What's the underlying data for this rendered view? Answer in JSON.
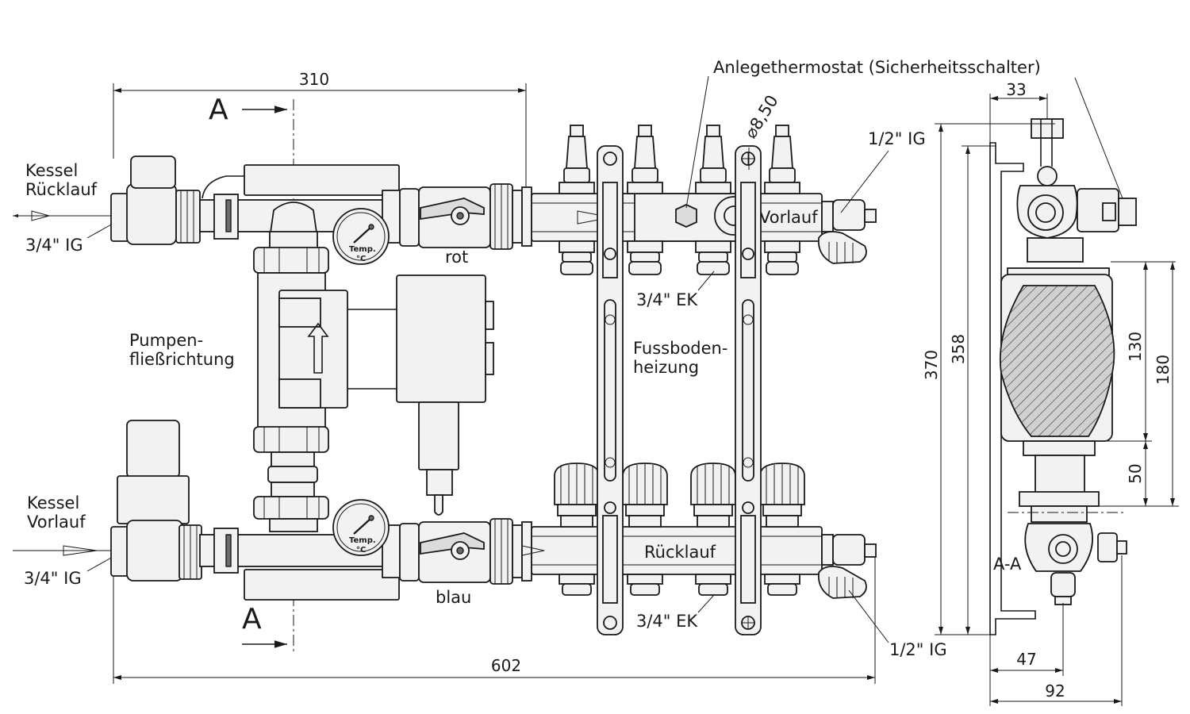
{
  "labels": {
    "kessel_ruecklauf_1": "Kessel",
    "kessel_ruecklauf_2": "Rücklauf",
    "kessel_vorlauf_1": "Kessel",
    "kessel_vorlauf_2": "Vorlauf",
    "ig_top_left": "3/4\" IG",
    "ig_bottom_left": "3/4\" IG",
    "ig_half_top": "1/2\" IG",
    "ig_half_bottom": "1/2\" IG",
    "ek_top": "3/4\" EK",
    "ek_bottom": "3/4\" EK",
    "rot": "rot",
    "blau": "blau",
    "pump_1": "Pumpen-",
    "pump_2": "fließrichtung",
    "floor_1": "Fussboden-",
    "floor_2": "heizung",
    "vorlauf": "Vorlauf",
    "ruecklauf": "Rücklauf",
    "thermostat": "Anlegethermostat (Sicherheitsschalter)",
    "temp_1": "Temp.",
    "temp_2": "°C",
    "section_top": "A",
    "section_bottom": "A",
    "section_view": "A-A"
  },
  "dimensions": {
    "width_310": "310",
    "width_602": "602",
    "diameter": "⌀8,50",
    "depth_33": "33",
    "height_370": "370",
    "height_358": "358",
    "height_130": "130",
    "height_180": "180",
    "height_50": "50",
    "depth_47": "47",
    "depth_92": "92"
  },
  "colors": {
    "line": "#1a1a1a",
    "fill_light": "#f2f2f2",
    "fill_mid": "#dcdcdc",
    "fill_dark": "#6a6a6a"
  }
}
